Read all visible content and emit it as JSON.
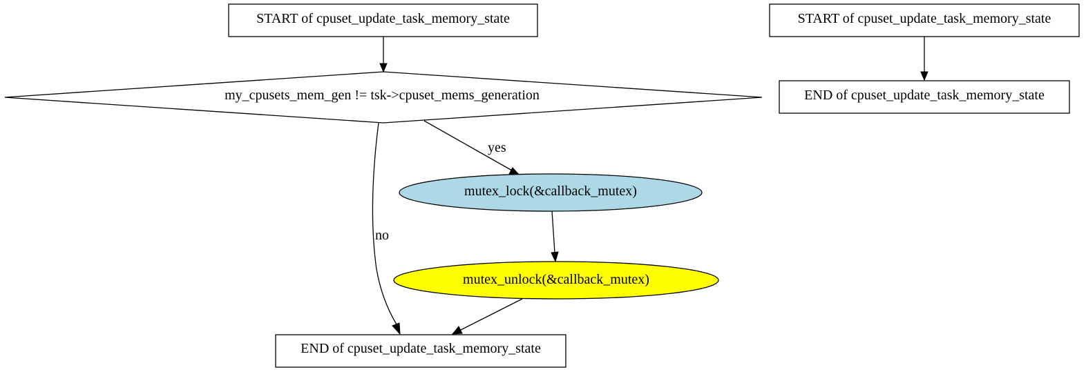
{
  "diagram": {
    "nodes": {
      "start_main": {
        "label": "START of cpuset_update_task_memory_state",
        "shape": "box",
        "fill": "#ffffff"
      },
      "condition": {
        "label": "my_cpusets_mem_gen != tsk->cpuset_mems_generation",
        "shape": "diamond",
        "fill": "#ffffff"
      },
      "mutex_lock": {
        "label": "mutex_lock(&callback_mutex)",
        "shape": "ellipse",
        "fill": "#add8e6"
      },
      "mutex_unlock": {
        "label": "mutex_unlock(&callback_mutex)",
        "shape": "ellipse",
        "fill": "#ffff00"
      },
      "end_main": {
        "label": "END of cpuset_update_task_memory_state",
        "shape": "box",
        "fill": "#ffffff"
      },
      "start_alt": {
        "label": "START of cpuset_update_task_memory_state",
        "shape": "box",
        "fill": "#ffffff"
      },
      "end_alt": {
        "label": "END of cpuset_update_task_memory_state",
        "shape": "box",
        "fill": "#ffffff"
      }
    },
    "edges": {
      "yes_label": "yes",
      "no_label": "no"
    }
  }
}
